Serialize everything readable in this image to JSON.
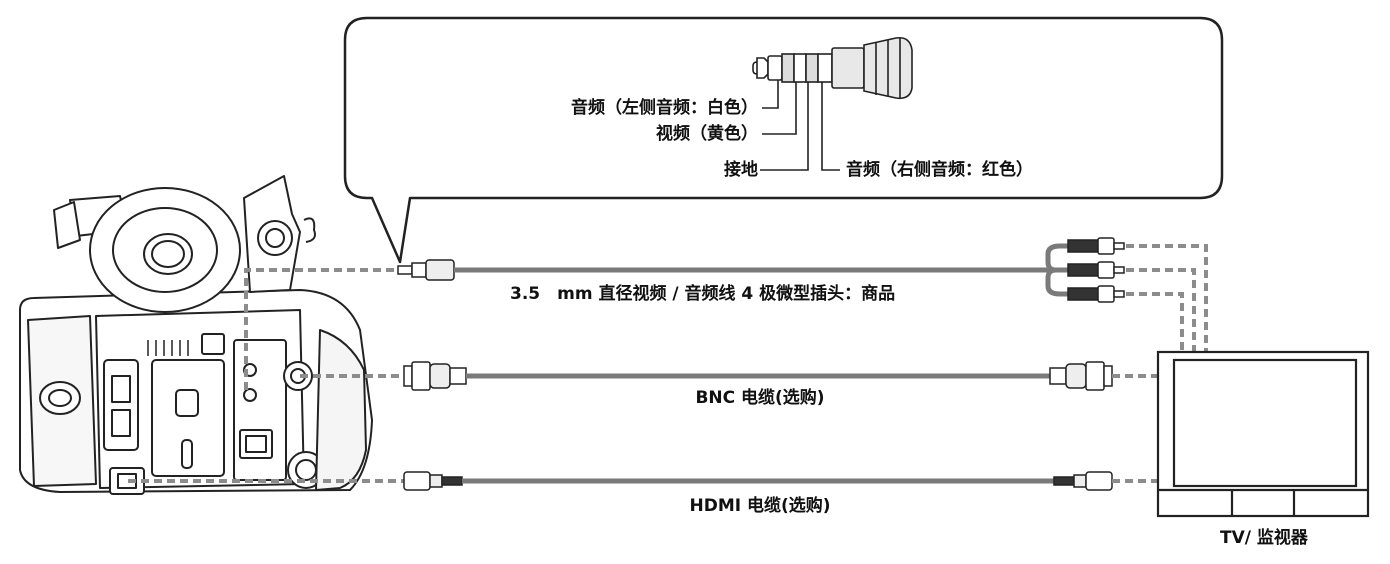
{
  "callout": {
    "plug_labels": {
      "audio_left": "音频（左侧音频：白色）",
      "video": "视频（黄色）",
      "ground": "接地",
      "audio_right": "音频（右侧音频：红色）"
    }
  },
  "cables": {
    "av_cable": "3.5　mm 直径视频 / 音频线 4 极微型插头：商品",
    "bnc_cable": "BNC 电缆(选购)",
    "hdmi_cable": "HDMI 电缆(选购)"
  },
  "monitor": {
    "label": "TV/ 监视器"
  },
  "colors": {
    "line": "#222222",
    "cable_gray": "#7a7a7a",
    "dash_gray": "#8c8c8c",
    "background": "#ffffff"
  }
}
